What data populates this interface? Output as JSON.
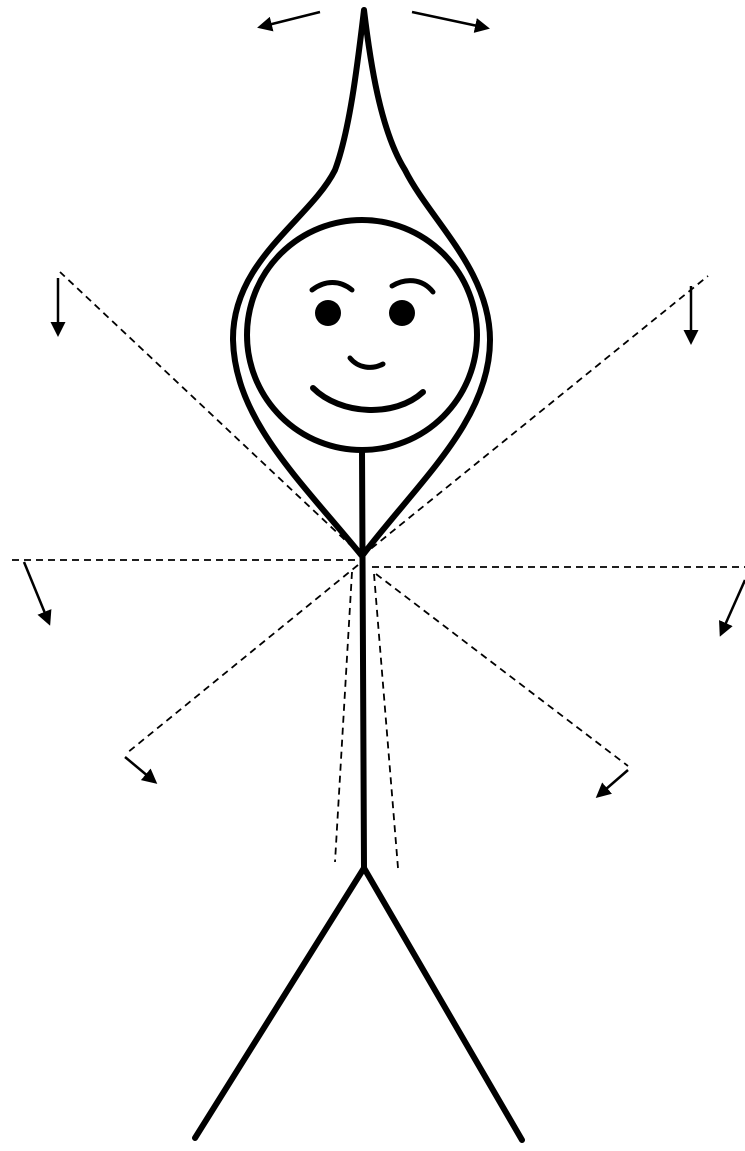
{
  "figure": {
    "subject": "stick-figure",
    "colors": {
      "ink": "#000000",
      "background": "#ffffff"
    },
    "dashed_arm_positions": [
      "upper-left",
      "upper-right",
      "horizontal-left",
      "horizontal-right",
      "lower-left",
      "lower-right",
      "down-left",
      "down-right"
    ],
    "motion_arrows": [
      "top-left-arrow",
      "top-right-arrow",
      "upper-left-down-arrow",
      "upper-right-down-arrow",
      "left-down-arrow",
      "right-down-arrow",
      "lower-left-arrow",
      "lower-right-arrow"
    ]
  }
}
